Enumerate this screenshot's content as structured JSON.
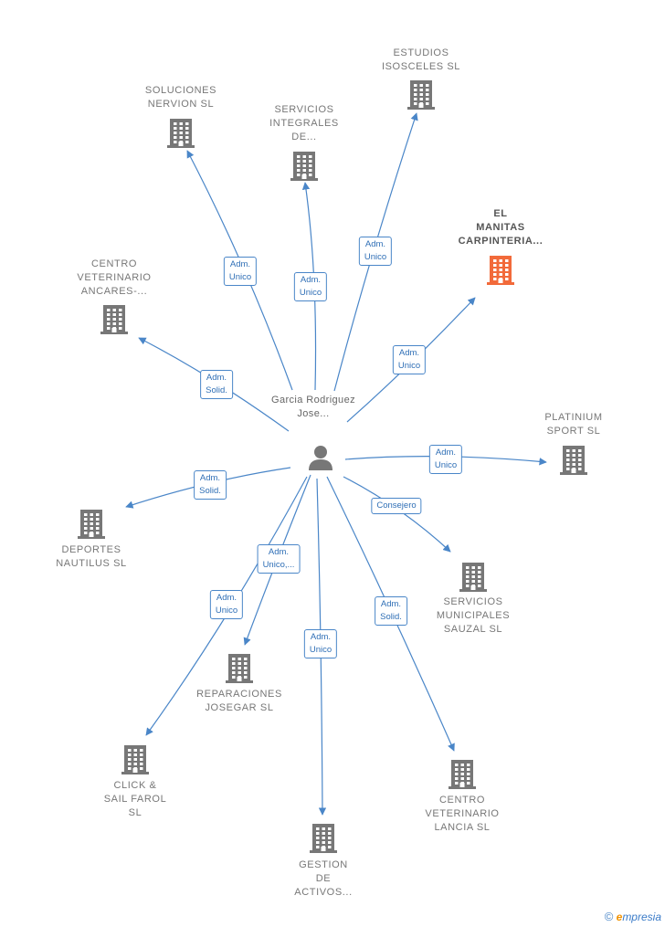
{
  "center": {
    "label": "Garcia\nRodriguez\nJose...",
    "icon": "person-icon"
  },
  "colors": {
    "edge": "#4a86c8",
    "building": "#777777",
    "highlight": "#f26a3a"
  },
  "nodes": [
    {
      "id": "estudios",
      "label": "ESTUDIOS\nISOSCELES SL",
      "icon": "building-icon",
      "highlight": false
    },
    {
      "id": "soluciones",
      "label": "SOLUCIONES\nNERVION SL",
      "icon": "building-icon",
      "highlight": false
    },
    {
      "id": "servicios-integrales",
      "label": "SERVICIOS\nINTEGRALES\nDE...",
      "icon": "building-icon",
      "highlight": false
    },
    {
      "id": "el-manitas",
      "label": "EL\nMANITAS\nCARPINTERIA...",
      "icon": "building-icon",
      "highlight": true
    },
    {
      "id": "centro-ancares",
      "label": "CENTRO\nVETERINARIO\nANCARES-...",
      "icon": "building-icon",
      "highlight": false
    },
    {
      "id": "platinium",
      "label": "PLATINIUM\nSPORT SL",
      "icon": "building-icon",
      "highlight": false
    },
    {
      "id": "deportes",
      "label": "DEPORTES\nNAUTILUS SL",
      "icon": "building-icon",
      "highlight": false
    },
    {
      "id": "servicios-municipales",
      "label": "SERVICIOS\nMUNICIPALES\nSAUZAL SL",
      "icon": "building-icon",
      "highlight": false
    },
    {
      "id": "reparaciones",
      "label": "REPARACIONES\nJOSEGAR SL",
      "icon": "building-icon",
      "highlight": false
    },
    {
      "id": "click-sail",
      "label": "CLICK &\nSAIL FAROL\nSL",
      "icon": "building-icon",
      "highlight": false
    },
    {
      "id": "centro-lancia",
      "label": "CENTRO\nVETERINARIO\nLANCIA SL",
      "icon": "building-icon",
      "highlight": false
    },
    {
      "id": "gestion",
      "label": "GESTION\nDE\nACTIVOS...",
      "icon": "building-icon",
      "highlight": false
    }
  ],
  "edges": [
    {
      "to": "estudios",
      "label": "Adm.\nUnico"
    },
    {
      "to": "soluciones",
      "label": "Adm.\nUnico"
    },
    {
      "to": "servicios-integrales",
      "label": "Adm.\nUnico"
    },
    {
      "to": "el-manitas",
      "label": "Adm.\nUnico"
    },
    {
      "to": "centro-ancares",
      "label": "Adm.\nSolid."
    },
    {
      "to": "platinium",
      "label": "Adm.\nUnico"
    },
    {
      "to": "deportes",
      "label": "Adm.\nSolid."
    },
    {
      "to": "servicios-municipales",
      "label": "Consejero"
    },
    {
      "to": "reparaciones",
      "label": "Adm.\nUnico,..."
    },
    {
      "to": "click-sail",
      "label": "Adm.\nUnico"
    },
    {
      "to": "centro-lancia",
      "label": "Adm.\nSolid."
    },
    {
      "to": "gestion",
      "label": "Adm.\nUnico"
    }
  ],
  "footer": {
    "copyright": "©",
    "brand_e": "e",
    "brand_rest": "mpresia"
  }
}
